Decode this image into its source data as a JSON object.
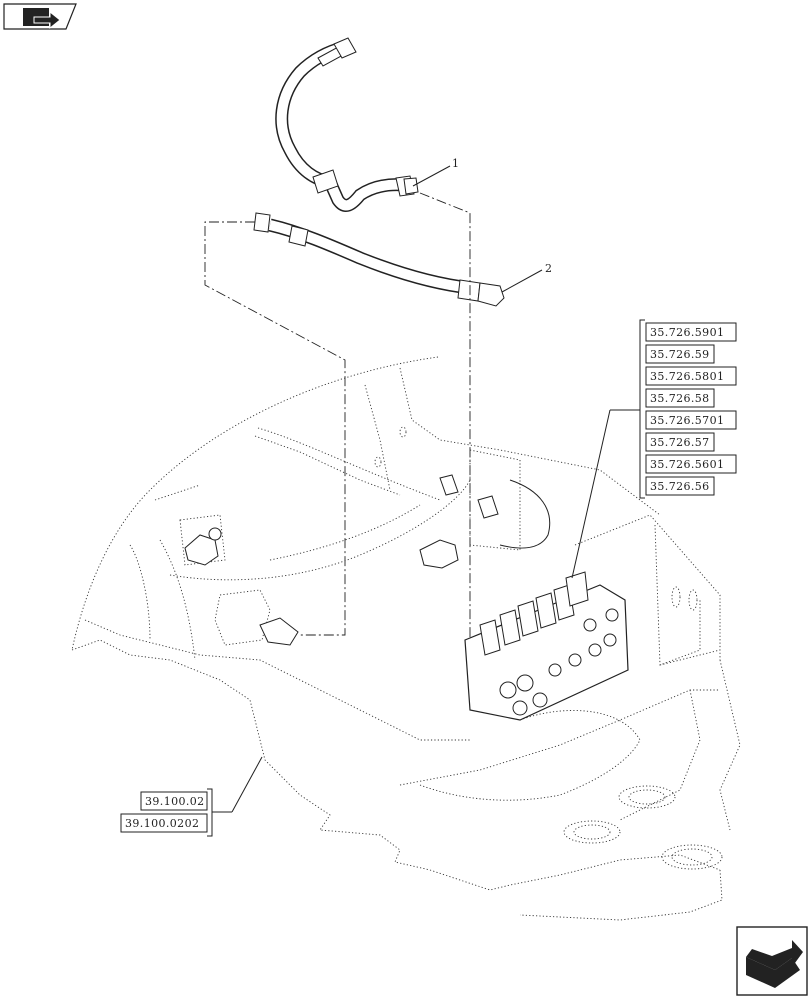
{
  "callouts": [
    {
      "label": "1"
    },
    {
      "label": "2"
    }
  ],
  "reference_groups": {
    "right": {
      "items": [
        "35.726.5901",
        "35.726.59",
        "35.726.5801",
        "35.726.58",
        "35.726.5701",
        "35.726.57",
        "35.726.5601",
        "35.726.56"
      ]
    },
    "left": {
      "items": [
        "39.100.02",
        "39.100.0202"
      ]
    }
  },
  "icons": {
    "top_left": "book-arrow-icon",
    "bottom_right": "next-page-arrow-icon"
  }
}
